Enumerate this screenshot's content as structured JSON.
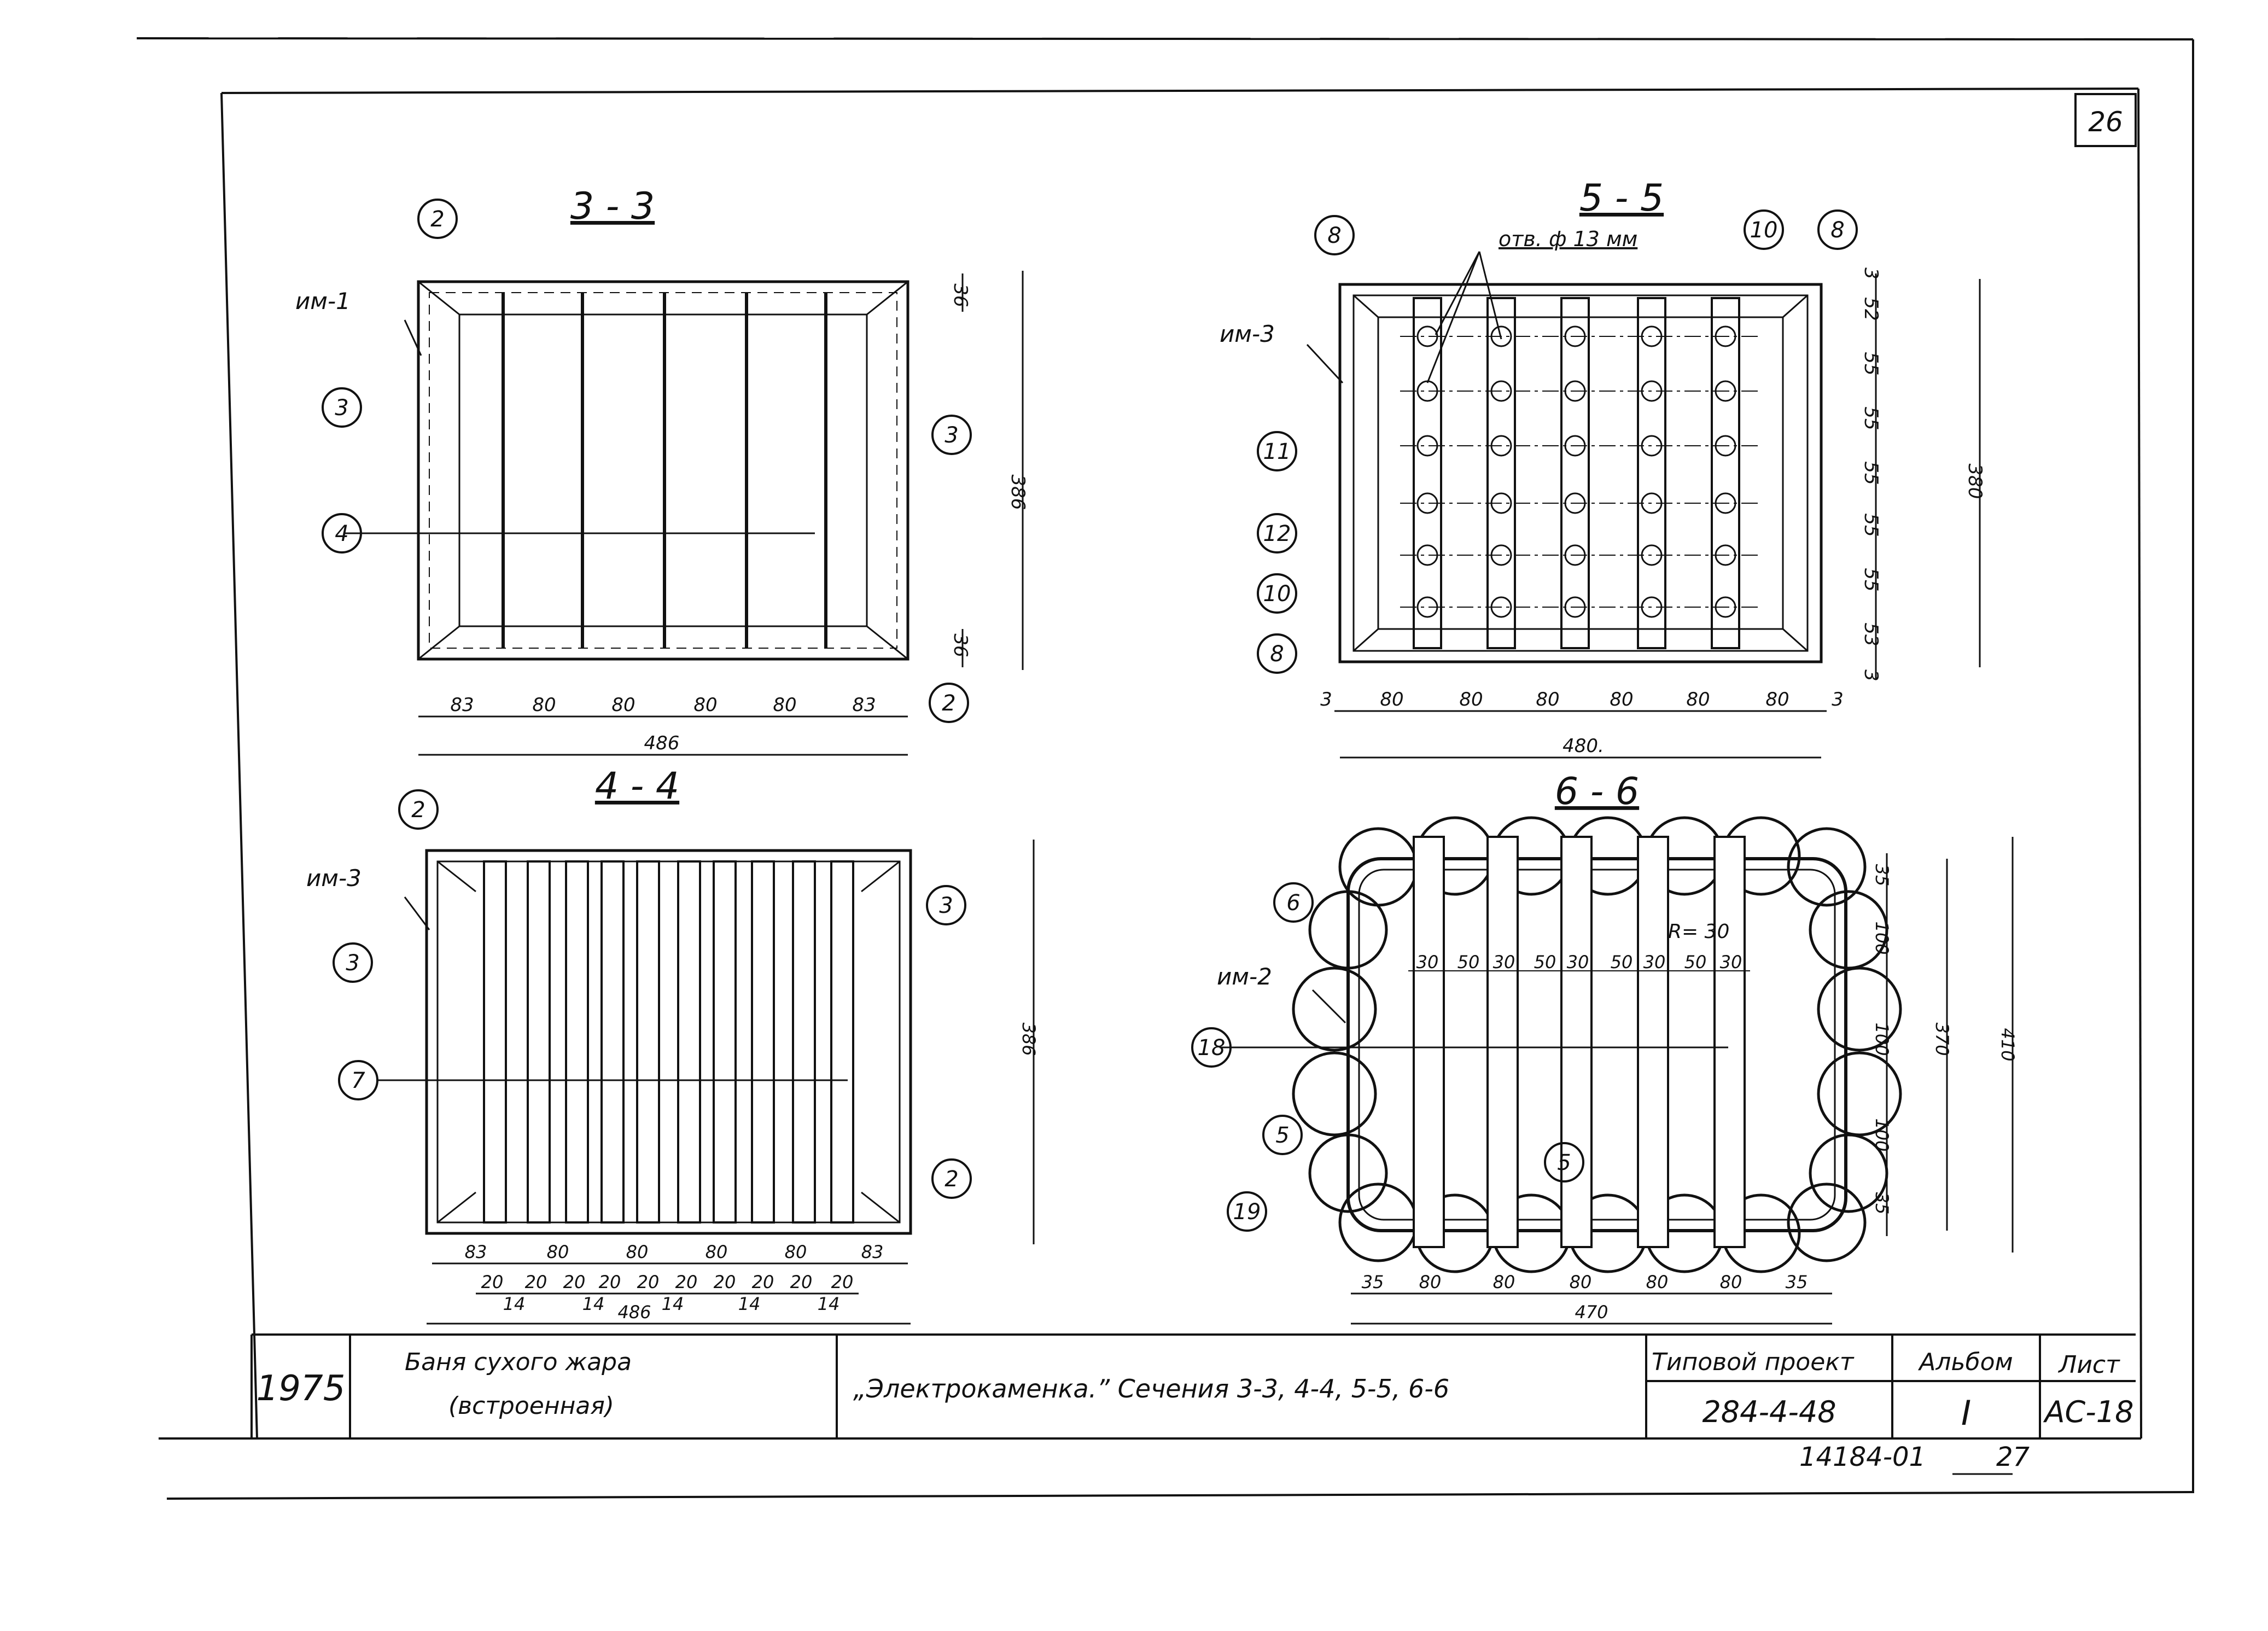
{
  "sheet": {
    "page_number": "26",
    "stamp_year": "1975",
    "object_name_line1": "Баня сухого жара",
    "object_name_line2": "(встроенная)",
    "drawing_title": "„Электрокаменка.” Сечения 3-3, 4-4, 5-5, 6-6",
    "project_label": "Типовой проект",
    "project_number": "284-4-48",
    "album_label": "Альбом",
    "album_number": "I",
    "sheet_label": "Лист",
    "sheet_number": "АС-18",
    "archive_number": "14184-01",
    "archive_page": "27"
  },
  "section_33": {
    "title": "3 - 3",
    "part_label": "им-1",
    "callouts": [
      "2",
      "3",
      "3",
      "4",
      "2"
    ],
    "bottom_dims": [
      "83",
      "80",
      "80",
      "80",
      "80",
      "83"
    ],
    "overall_width": "486",
    "height": "386",
    "top_dim": "36",
    "bottom_dim": "36"
  },
  "section_44": {
    "title": "4 - 4",
    "part_label": "им-3",
    "callouts": [
      "2",
      "3",
      "3",
      "7",
      "2"
    ],
    "bottom_dims": [
      "83",
      "80",
      "80",
      "80",
      "80",
      "83"
    ],
    "bar_dims": [
      "20",
      "20",
      "20",
      "20",
      "20",
      "20",
      "20",
      "20",
      "20",
      "20"
    ],
    "gap_dims": [
      "14",
      "14",
      "14",
      "14",
      "14"
    ],
    "overall_width": "486",
    "height": "386"
  },
  "section_55": {
    "title": "5 - 5",
    "hole_note": "отв. ф 13 мм",
    "part_label": "им-3",
    "callouts": [
      "8",
      "10",
      "8",
      "11",
      "12",
      "10",
      "8"
    ],
    "bottom_dims": [
      "80",
      "80",
      "80",
      "80",
      "80",
      "80"
    ],
    "edge_dim": "3",
    "overall_width": "480.",
    "right_dims": [
      "3",
      "52",
      "55",
      "55",
      "55",
      "55",
      "55",
      "53",
      "3"
    ],
    "height": "380"
  },
  "section_66": {
    "title": "6 - 6",
    "part_label": "им-2",
    "callouts": [
      "6",
      "18",
      "5",
      "5",
      "19"
    ],
    "radius_note": "R= 30",
    "inner_dims": [
      "30",
      "50",
      "30",
      "50",
      "30",
      "50",
      "30",
      "50",
      "30"
    ],
    "bottom_dims": [
      "35",
      "80",
      "80",
      "80",
      "80",
      "80",
      "35"
    ],
    "overall_width": "470",
    "right_dims": [
      "35",
      "100",
      "100",
      "100",
      "35"
    ],
    "inner_height": "370",
    "height": "410"
  }
}
